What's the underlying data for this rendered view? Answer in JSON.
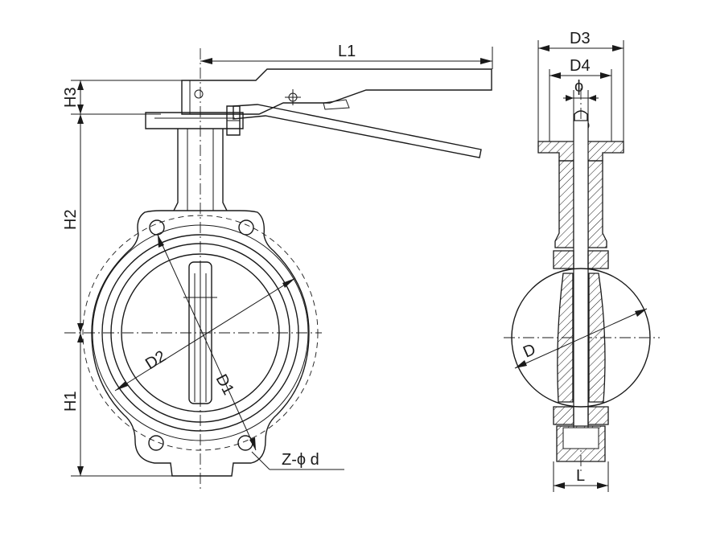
{
  "dimensions": {
    "L1": "L1",
    "H3": "H3",
    "H2": "H2",
    "H1": "H1",
    "D2": "D2",
    "D1": "D1",
    "Z_phi_d": "Z-ϕ d",
    "D3": "D3",
    "D4": "D4",
    "phi": "ϕ",
    "D": "D",
    "L": "L"
  }
}
